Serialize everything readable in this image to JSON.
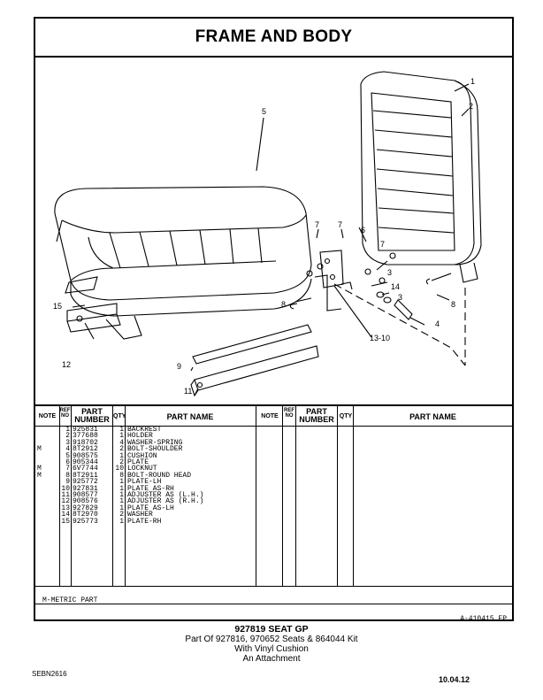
{
  "title": "FRAME AND BODY",
  "drawing": {
    "callouts": [
      "1",
      "2",
      "5",
      "7",
      "6",
      "7",
      "3",
      "14",
      "3",
      "4",
      "8",
      "8",
      "15",
      "12",
      "9",
      "11",
      "13-10"
    ]
  },
  "table": {
    "headers": {
      "note": "NOTE",
      "ref_no": "REF NO",
      "part_number": "PART NUMBER",
      "qty": "QTY",
      "part_name": "PART NAME"
    },
    "rows": [
      {
        "note": "",
        "ref": "1",
        "part": "925831",
        "qty": "1",
        "name": "BACKREST"
      },
      {
        "note": "",
        "ref": "2",
        "part": "377688",
        "qty": "1",
        "name": "HOLDER"
      },
      {
        "note": "",
        "ref": "3",
        "part": "918702",
        "qty": "4",
        "name": "WASHER-SPRING"
      },
      {
        "note": "M",
        "ref": "4",
        "part": "8T2912",
        "qty": "2",
        "name": "BOLT-SHOULDER"
      },
      {
        "note": "",
        "ref": "5",
        "part": "908575",
        "qty": "1",
        "name": "CUSHION"
      },
      {
        "note": "",
        "ref": "6",
        "part": "905344",
        "qty": "2",
        "name": "PLATE"
      },
      {
        "note": "M",
        "ref": "7",
        "part": "6V7744",
        "qty": "10",
        "name": "LOCKNUT"
      },
      {
        "note": "M",
        "ref": "8",
        "part": "8T2911",
        "qty": "8",
        "name": "BOLT-ROUND HEAD"
      },
      {
        "note": "",
        "ref": "9",
        "part": "925772",
        "qty": "1",
        "name": "PLATE-LH"
      },
      {
        "note": "",
        "ref": "10",
        "part": "927831",
        "qty": "1",
        "name": "PLATE AS-RH"
      },
      {
        "note": "",
        "ref": "11",
        "part": "908577",
        "qty": "1",
        "name": "ADJUSTER AS (L.H.)"
      },
      {
        "note": "",
        "ref": "12",
        "part": "908576",
        "qty": "1",
        "name": "ADJUSTER AS (R.H.)"
      },
      {
        "note": "",
        "ref": "13",
        "part": "927829",
        "qty": "1",
        "name": "PLATE AS-LH"
      },
      {
        "note": "",
        "ref": "14",
        "part": "8T2970",
        "qty": "2",
        "name": "WASHER"
      },
      {
        "note": "",
        "ref": "15",
        "part": "925773",
        "qty": "1",
        "name": "PLATE-RH"
      }
    ]
  },
  "footnote": "M-METRIC PART",
  "ref_code": "A-410415 EP",
  "caption": {
    "line1": "927819 SEAT GP",
    "line2": "Part Of 927816, 970652 Seats & 864044 Kit",
    "line3": "With Vinyl Cushion",
    "line4": "An Attachment"
  },
  "doc_code": "SEBN2616",
  "date_code": "10.04.12"
}
